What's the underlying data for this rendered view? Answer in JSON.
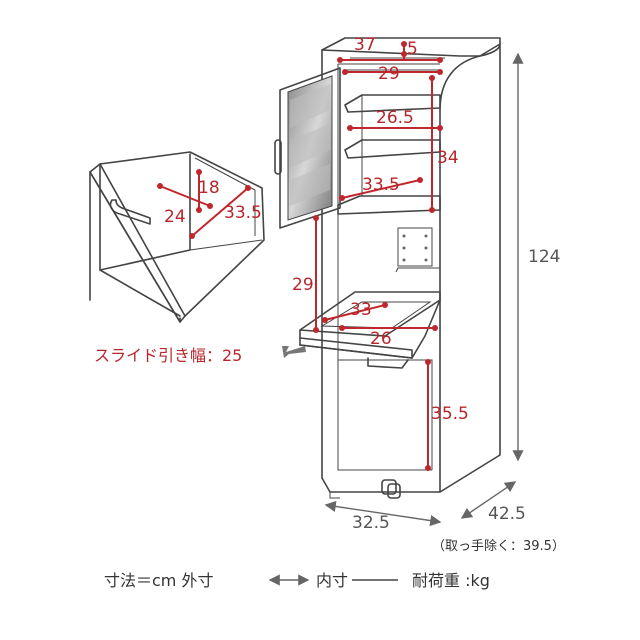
{
  "dimensions": {
    "shelf_top_depth": "37",
    "shelf_top_gap": "5",
    "shelf_top_width": "29",
    "upper_shelf_width": "26.5",
    "upper_height": "34",
    "upper_depth": "33.5",
    "drawer_height": "18",
    "drawer_width": "24",
    "drawer_depth": "33.5",
    "slide_clearance": "29",
    "slide_depth": "33",
    "slide_width": "26",
    "lower_height": "35.5",
    "total_height": "124",
    "width": "32.5",
    "depth": "42.5"
  },
  "labels": {
    "slide_width": "スライド引き幅：25",
    "depth_note": "（取っ手除く：39.5）",
    "legend_prefix": "寸法＝cm 外寸",
    "legend_inner": "内寸",
    "legend_load": "耐荷重 :kg"
  },
  "colors": {
    "inner_dimension": "#c0272d",
    "outline": "#444444",
    "outer_dimension": "#666666"
  }
}
